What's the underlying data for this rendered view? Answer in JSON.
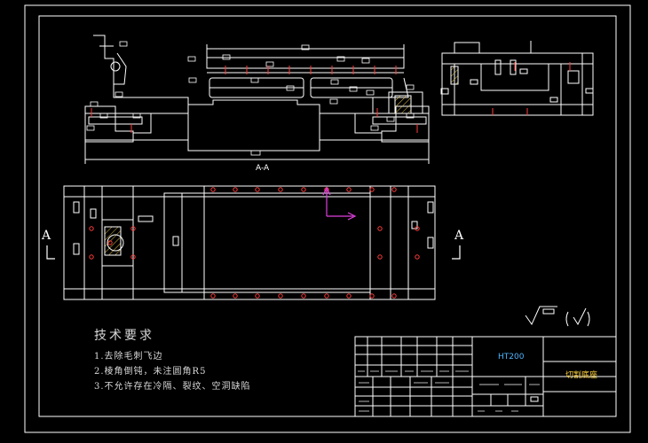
{
  "section_label": "A-A",
  "section_marker": "A",
  "tech_notes": {
    "title": "技术要求",
    "items": [
      "1.去除毛刺飞边",
      "2.棱角倒钝，未注圆角R5",
      "3.不允许存在冷隔、裂纹、空洞缺陷"
    ]
  },
  "title_block": {
    "material": "HT200",
    "part_name": "切割底座"
  },
  "colors": {
    "frame": "#ffffff",
    "geometry": "#ffffff",
    "hole": "#ff3b3b",
    "axis": "#e040e0",
    "note_text": "#d8d8d8",
    "material_text": "#4db5ff",
    "part_name_text": "#ffd23c",
    "hatch": "#e0c040"
  }
}
